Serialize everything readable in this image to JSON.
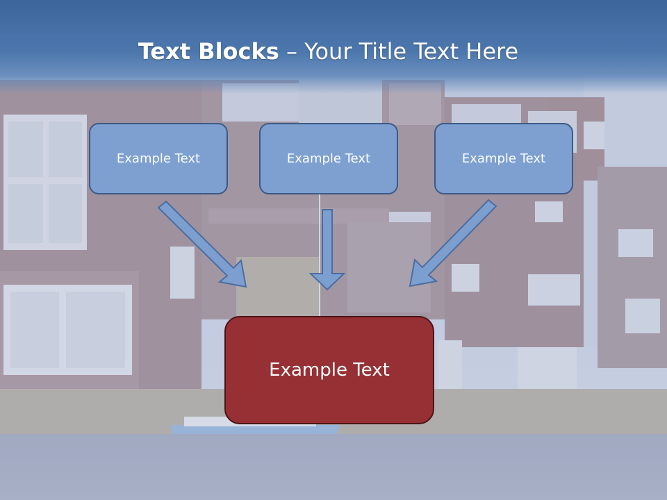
{
  "slide": {
    "title_bold": "Text Blocks",
    "title_dash": "–",
    "title_rest": "Your Title Text Here"
  },
  "blocks": [
    {
      "text": "Example Text"
    },
    {
      "text": "Example Text"
    },
    {
      "text": "Example Text"
    }
  ],
  "result_block": {
    "text": "Example Text"
  },
  "colors": {
    "title_band": "#3d659c",
    "small_box_fill": "#7da0d0",
    "small_box_border": "#3d5a86",
    "big_box_fill": "#963034",
    "big_box_border": "#4c1416",
    "arrow_fill": "#7d9fd0",
    "arrow_stroke": "#4b6d9f"
  }
}
